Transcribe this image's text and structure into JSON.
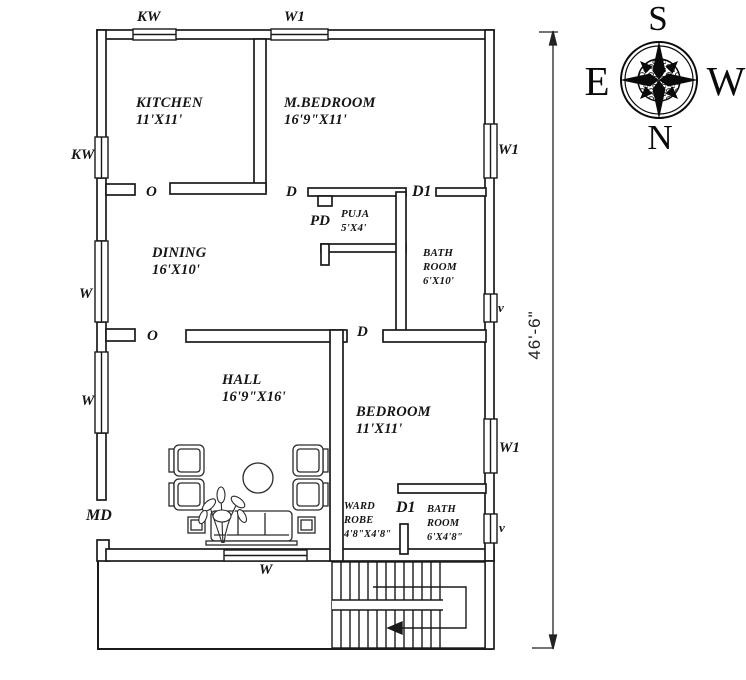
{
  "drawing": {
    "type": "house floor plan",
    "dimension_label": "46'-6\"",
    "compass": {
      "top": "S",
      "left": "E",
      "right": "W",
      "bottom": "N"
    },
    "rooms": {
      "kitchen": {
        "name": "KITCHEN",
        "size": "11'X11'"
      },
      "master_bedroom": {
        "name": "M.BEDROOM",
        "size": "16'9\"X11'"
      },
      "dining": {
        "name": "DINING",
        "size": "16'X10'"
      },
      "puja": {
        "name": "PUJA",
        "size": "5'X4'"
      },
      "bathroom_upper": {
        "name": "BATH ROOM",
        "size": "6'X10'"
      },
      "hall": {
        "name": "HALL",
        "size": "16'9\"X16'"
      },
      "bedroom": {
        "name": "BEDROOM",
        "size": "11'X11'"
      },
      "wardrobe": {
        "name": "WARD ROBE",
        "size": "4'8\"X4'8\""
      },
      "bathroom_lower": {
        "name": "BATH ROOM",
        "size": "6'X4'8\""
      }
    },
    "openings": {
      "kitchen_window_top": "KW",
      "kitchen_window_left": "KW",
      "window_w1_top": "W1",
      "window_w_left_upper": "W",
      "window_w_left_lower": "W",
      "window_w_bottom": "W",
      "window_w1_right_upper": "W1",
      "window_w1_right_lower": "W1",
      "vent_upper": "v",
      "vent_lower": "v",
      "main_door": "MD",
      "door_d_upper": "D",
      "door_d_lower": "D",
      "door_d1_upper": "D1",
      "door_d1_lower": "D1",
      "puja_door": "PD",
      "opening_upper": "O",
      "opening_lower": "O"
    }
  }
}
